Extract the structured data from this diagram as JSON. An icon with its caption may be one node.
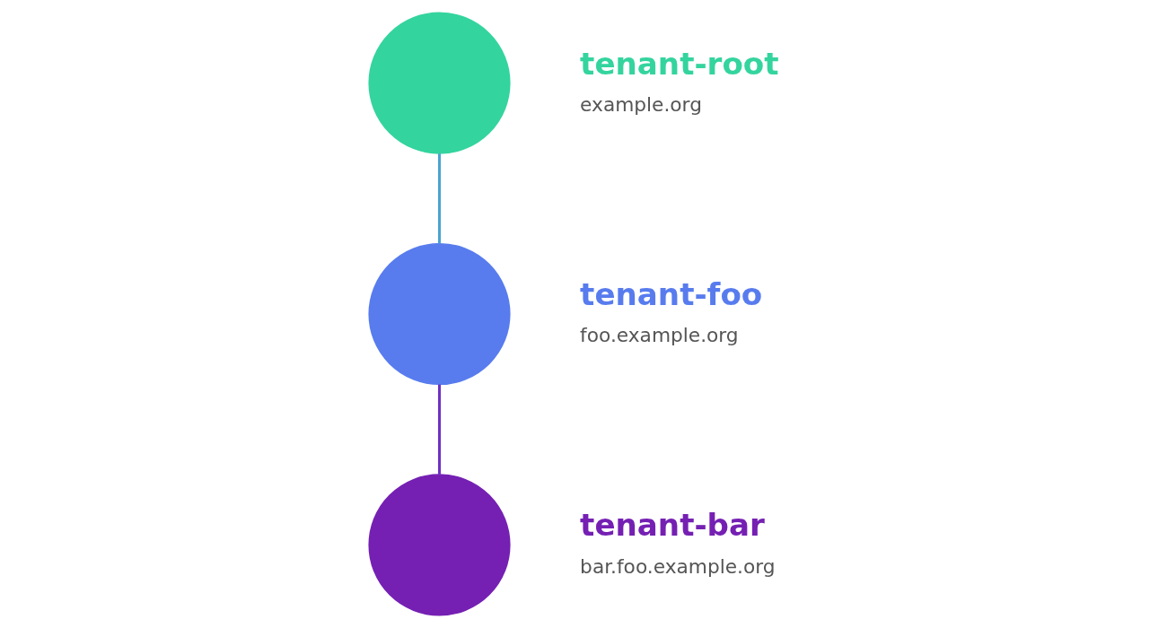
{
  "diagram": {
    "nodes": [
      {
        "text": [],
        "shape": "circle",
        "beside": [
          "tenant-root",
          "example.org"
        ]
      },
      {
        "text": [],
        "shape": "circle",
        "beside": [
          "tenant-foo",
          "foo.example.org"
        ]
      },
      {
        "text": [],
        "shape": "circle",
        "beside": [
          "tenant-bar",
          "bar.foo.example.org"
        ]
      }
    ],
    "edges": [
      {
        "from": 0,
        "to": 1,
        "arrow": "none",
        "color": "#4aa3d0"
      },
      {
        "from": 1,
        "to": 2,
        "arrow": "none",
        "color": "#7030c4"
      }
    ]
  }
}
